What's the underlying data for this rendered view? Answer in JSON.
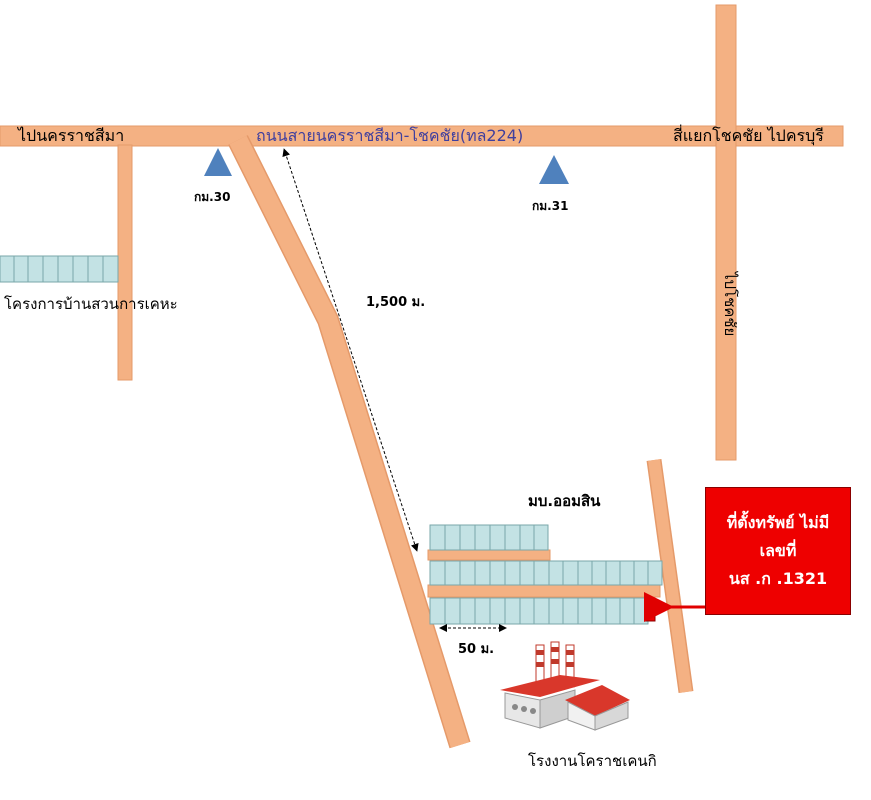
{
  "labels": {
    "to_nakhon_ratchasima": "ไปนครราชสีมา",
    "main_road": "ถนนสายนครราชสีมา-โชคชัย(ทล224)",
    "intersection": "สี่แยกโชคชัย  ไปครบุรี",
    "to_chok_chai": "ไปโชคชัย",
    "km30": "กม.30",
    "km31": "กม.31",
    "housing_project": "โครงการบ้านสวนการเคหะ",
    "distance_long": "1,500 ม.",
    "distance_short": "50 ม.",
    "village": "มบ.ออมสิน",
    "factory": "โรงงานโคราชเคนกิ"
  },
  "property": {
    "line1": "ที่ตั้งทรัพย์ ไม่มี",
    "line2": "เลขที่",
    "line3": "นส .ก .1321"
  },
  "colors": {
    "road": "#f4b183",
    "road_edge": "#e59a6a",
    "marker": "#4f81bd",
    "house_fill": "#c3e2e4",
    "house_edge": "#7aa7aa",
    "property_box": "#ee0000",
    "arrow": "#e00000"
  },
  "icons": {
    "km_marker": "triangle-icon",
    "factory": "factory-icon"
  }
}
